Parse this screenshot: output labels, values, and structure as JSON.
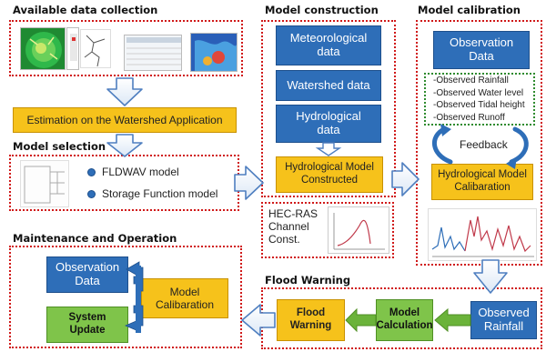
{
  "sections": {
    "available_data": "Available data collection",
    "model_selection": "Model selection",
    "maintenance": "Maintenance and Operation",
    "model_construction": "Model construction",
    "model_calibration": "Model calibration",
    "flood_warning": "Flood Warning"
  },
  "boxes": {
    "estimation": "Estimation on the Watershed Application",
    "meteorological": "Meteorological data",
    "watershed": "Watershed data",
    "hydrological": "Hydrological data",
    "hydro_constructed": "Hydrological Model Constructed",
    "hec_ras": "HEC-RAS Channel Const.",
    "observation_data": "Observation Data",
    "feedback": "Feedback",
    "hydro_calibration": "Hydrological Model Calibaration",
    "observed_rainfall": "Observed Rainfall",
    "model_calculation": "Model Calculation",
    "flood_warning_box": "Flood Warning",
    "maint_observation": "Observation Data",
    "maint_calibration": "Model Calibaration",
    "system_update": "System Update"
  },
  "observations": [
    "-Observed Rainfall",
    "-Observed Water level",
    "-Observed Tidal height",
    "-Observed Runoff"
  ],
  "models": [
    "FLDWAV model",
    "Storage Function model"
  ],
  "colors": {
    "blue": "#2e6eb8",
    "yellow": "#f6c21b",
    "green": "#7fc44a",
    "red_dotted": "#d01818",
    "arrow": "#4f7fc0"
  }
}
